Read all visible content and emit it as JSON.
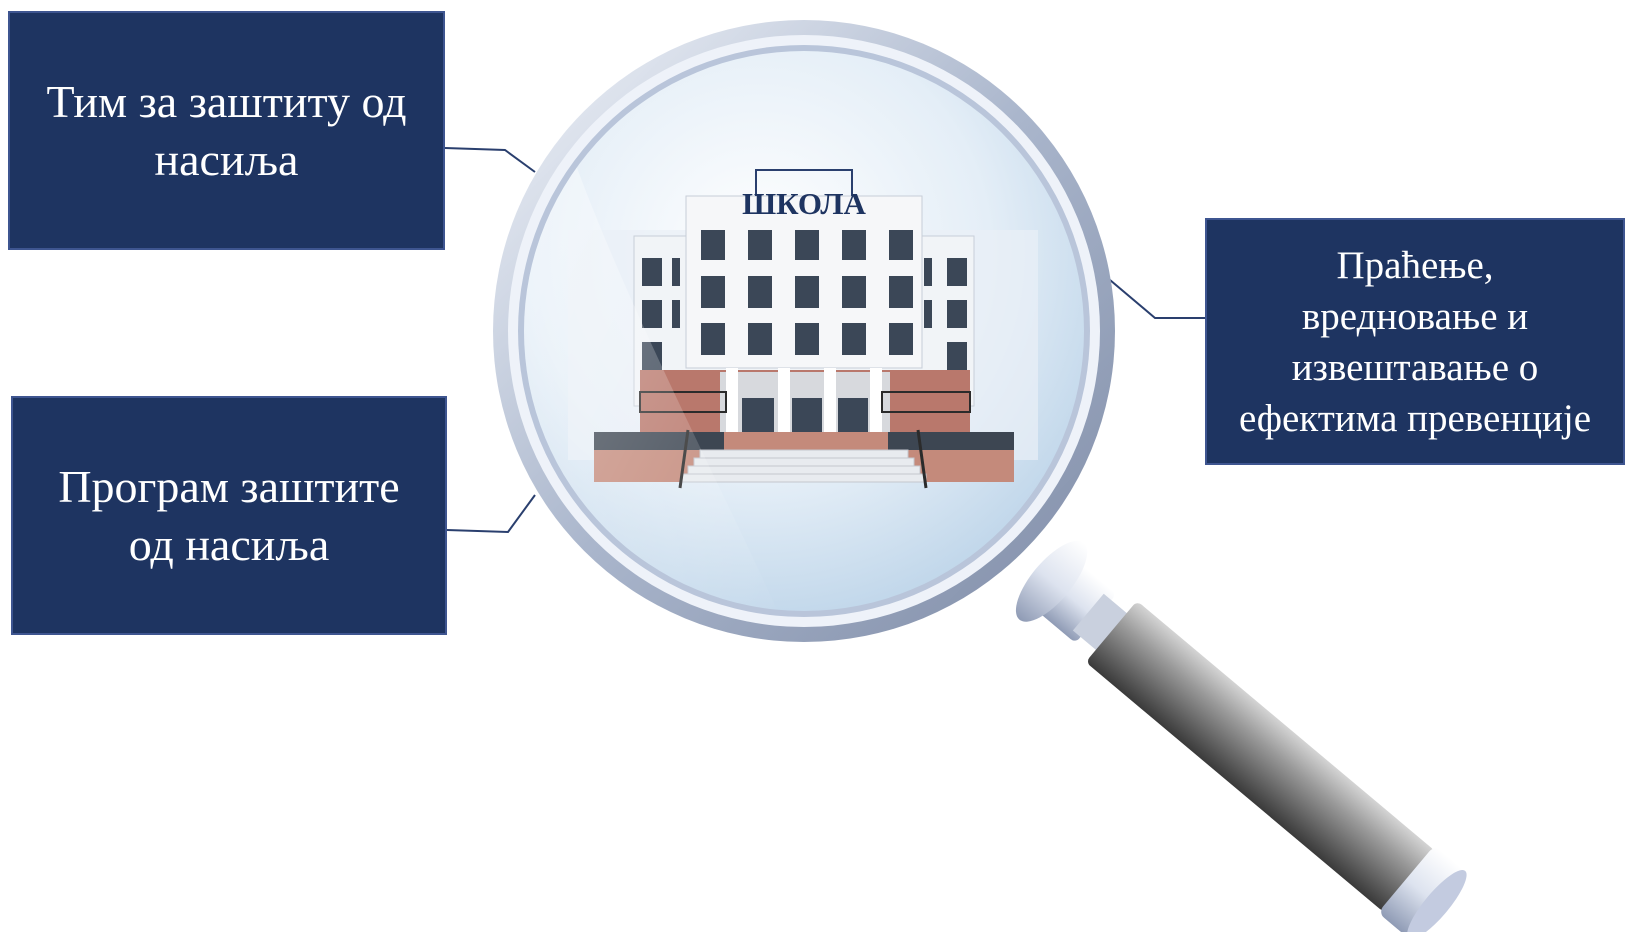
{
  "diagram": {
    "boxes": {
      "top_left": {
        "text": "Тим за заштиту од\nнасиља"
      },
      "bottom_left": {
        "text": "Програм заштите\nод насиља"
      },
      "right": {
        "text": "Праћење,\nвредновање и\nизвештавање о\nефектима превенције"
      }
    },
    "building_sign": "ШКОЛА",
    "colors": {
      "box_fill": "#1e3461",
      "box_border": "#3e5590",
      "box_text": "#ffffff",
      "connector": "#2a3f6e",
      "sign_text": "#1e3461"
    },
    "icons": [
      "magnifying-glass-icon",
      "school-building-icon"
    ]
  }
}
